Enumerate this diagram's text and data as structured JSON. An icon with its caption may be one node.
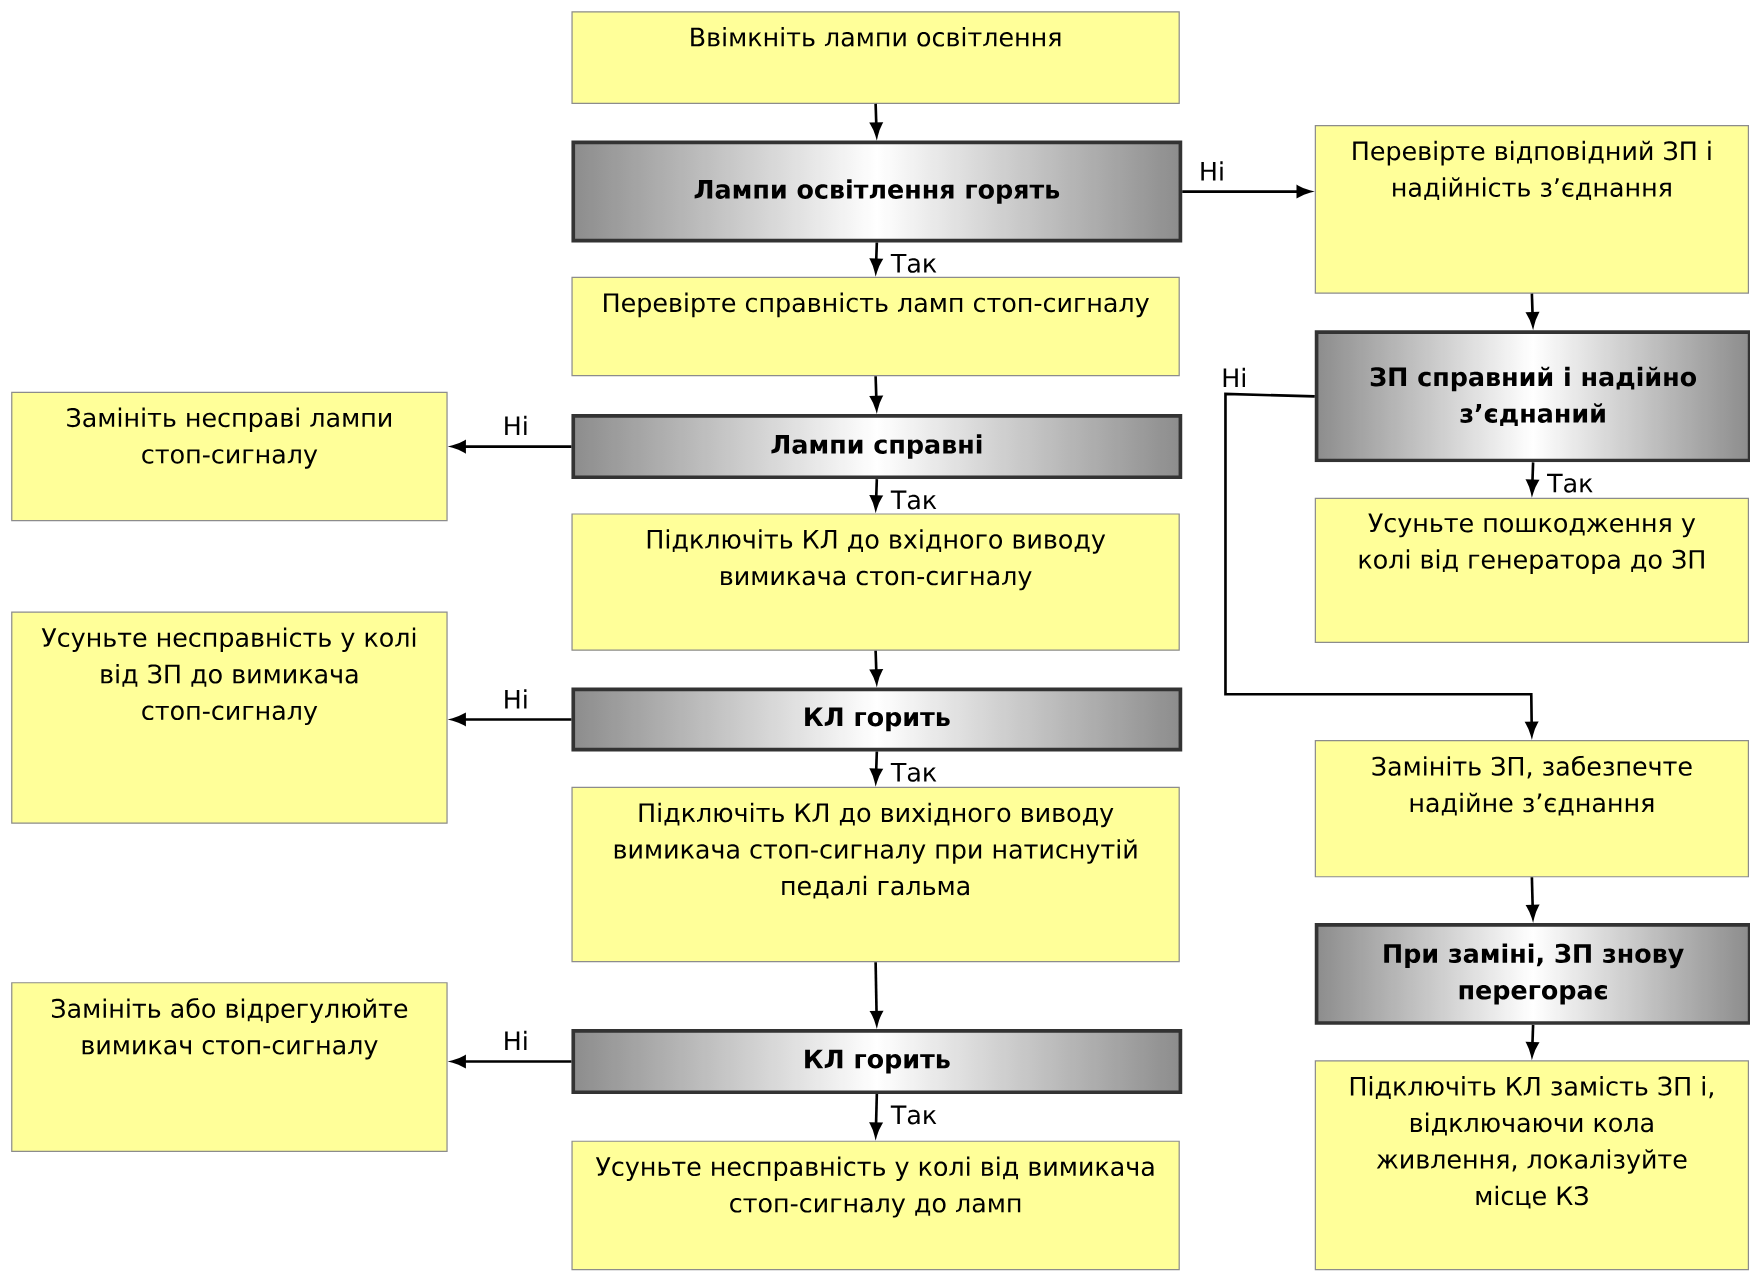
{
  "diagram": {
    "nodes": [
      {
        "text": [
          "Ввімкніть лампи освітлення"
        ]
      },
      {
        "text": [
          "Лампи освітлення горять"
        ]
      },
      {
        "text": [
          "Перевірте відповідний ЗП і надійність з’єднання"
        ]
      },
      {
        "text": [
          "Перевірте справність ламп стоп-сигналу"
        ]
      },
      {
        "text": [
          "ЗП справний і надійно з’єднаний"
        ]
      },
      {
        "text": [
          "Замініть несправі лампи стоп-сигналу"
        ]
      },
      {
        "text": [
          "Лампи справні"
        ]
      },
      {
        "text": [
          "Усуньте пошкодження у колі від генератора до ЗП"
        ]
      },
      {
        "text": [
          "Підключіть КЛ до вхідного виводу вимикача стоп-сигналу"
        ]
      },
      {
        "text": [
          "Усуньте несправність у колі від ЗП до вимикача стоп-сигналу"
        ]
      },
      {
        "text": [
          "КЛ горить"
        ]
      },
      {
        "text": [
          "Замініть ЗП, забезпечте надійне з’єднання"
        ]
      },
      {
        "text": [
          "Підключіть КЛ до вихідного виводу вимикача стоп-сигналу при натиснутій педалі гальма"
        ]
      },
      {
        "text": [
          "При заміні, ЗП знову перегорає"
        ]
      },
      {
        "text": [
          "Замініть або відрегулюйте вимикач стоп-сигналу"
        ]
      },
      {
        "text": [
          "КЛ горить"
        ]
      },
      {
        "text": [
          "Підключіть КЛ замість ЗП і, відключаючи кола живлення, локалізуйте місце КЗ"
        ]
      },
      {
        "text": [
          "Усуньте несправність у колі від вимикача стоп-сигналу до ламп"
        ]
      }
    ],
    "edges": [
      {
        "from": 0,
        "to": 1,
        "arrow": "to"
      },
      {
        "from": 1,
        "to": 2,
        "arrow": "to",
        "label": "Ні"
      },
      {
        "from": 1,
        "to": 3,
        "arrow": "to",
        "label": "Так"
      },
      {
        "from": 2,
        "to": 4,
        "arrow": "to"
      },
      {
        "from": 3,
        "to": 6,
        "arrow": "to"
      },
      {
        "from": 4,
        "to": 7,
        "arrow": "to",
        "label": "Так"
      },
      {
        "from": 4,
        "to": 11,
        "arrow": "to",
        "label": "Ні"
      },
      {
        "from": 6,
        "to": 5,
        "arrow": "to",
        "label": "Ні"
      },
      {
        "from": 6,
        "to": 8,
        "arrow": "to",
        "label": "Так"
      },
      {
        "from": 8,
        "to": 10,
        "arrow": "to"
      },
      {
        "from": 10,
        "to": 9,
        "arrow": "to",
        "label": "Ні"
      },
      {
        "from": 10,
        "to": 12,
        "arrow": "to",
        "label": "Так"
      },
      {
        "from": 11,
        "to": 13,
        "arrow": "to"
      },
      {
        "from": 12,
        "to": 15,
        "arrow": "to"
      },
      {
        "from": 13,
        "to": 16,
        "arrow": "to"
      },
      {
        "from": 15,
        "to": 14,
        "arrow": "to",
        "label": "Ні"
      },
      {
        "from": 15,
        "to": 17,
        "arrow": "to",
        "label": "Так"
      }
    ]
  }
}
